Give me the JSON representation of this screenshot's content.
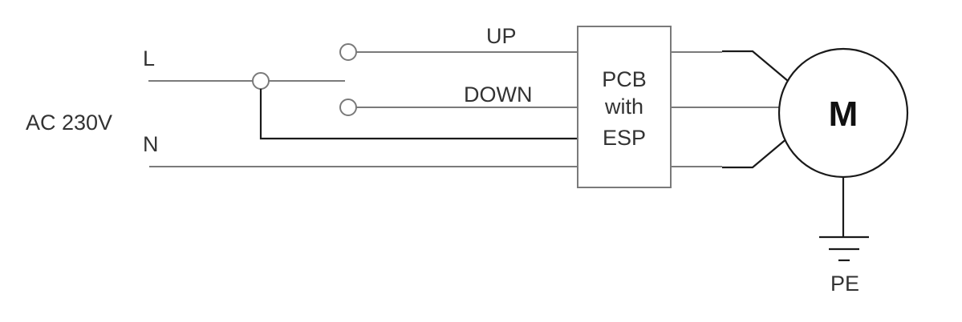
{
  "labels": {
    "line": "L",
    "neutral": "N",
    "supply": "AC 230V",
    "up": "UP",
    "down": "DOWN",
    "pcb_line1": "PCB",
    "pcb_line2": "with",
    "pcb_line3": "ESP",
    "motor": "M",
    "ground": "PE"
  }
}
